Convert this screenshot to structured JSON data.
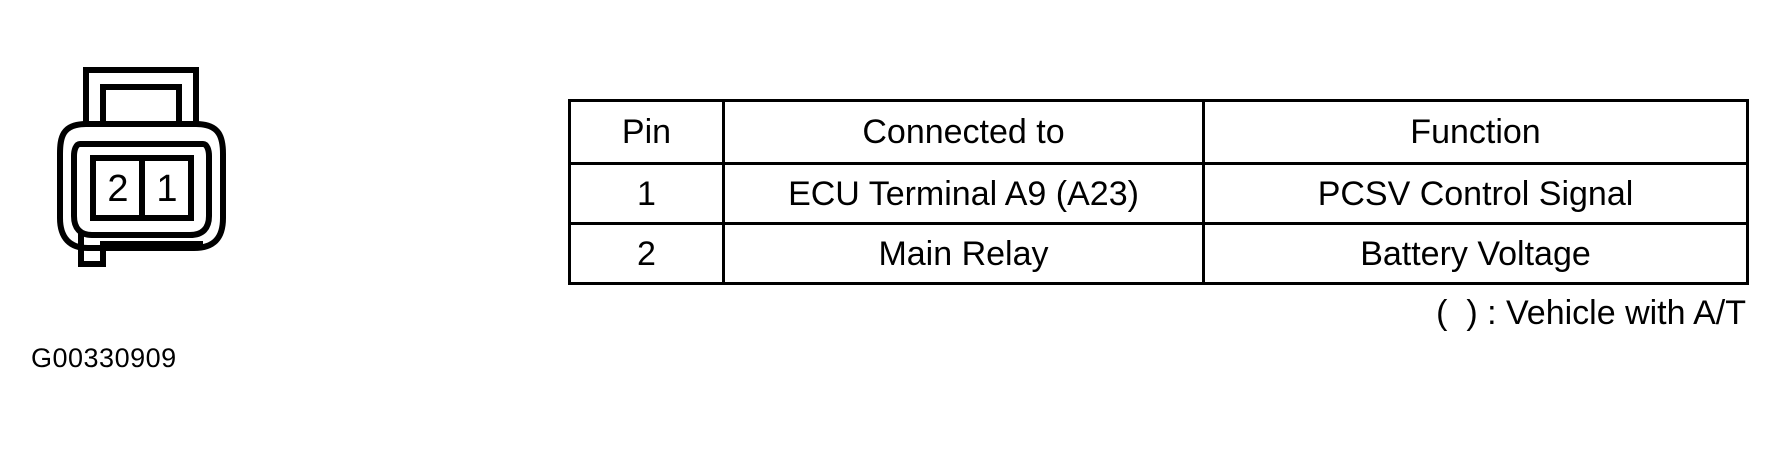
{
  "figure": {
    "id_label": "G00330909",
    "connector": {
      "pin_labels": [
        "2",
        "1"
      ]
    }
  },
  "table": {
    "headers": [
      "Pin",
      "Connected to",
      "Function"
    ],
    "rows": [
      {
        "pin": "1",
        "connected_to": "ECU Terminal A9 (A23)",
        "function": "PCSV Control Signal"
      },
      {
        "pin": "2",
        "connected_to": "Main Relay",
        "function": "Battery Voltage"
      }
    ],
    "footnote": "(  ) : Vehicle with A/T"
  },
  "colors": {
    "ink": "#000000",
    "page": "#ffffff"
  }
}
